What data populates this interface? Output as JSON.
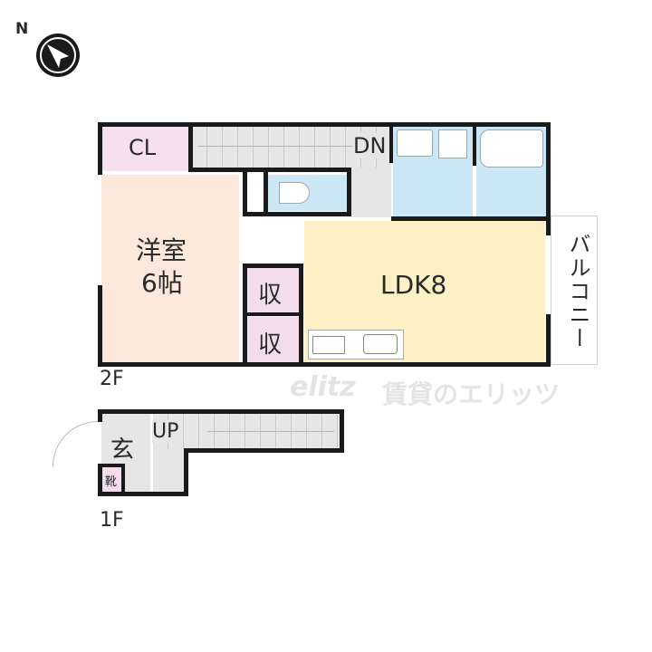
{
  "compass": {
    "label": "N",
    "icon": "north-arrow-icon"
  },
  "floors": {
    "second": {
      "label": "2F",
      "rooms": {
        "closet": {
          "label": "CL",
          "color": "#f6e0ef"
        },
        "stairs_down": {
          "label": "DN",
          "color": "#e6e6e6"
        },
        "western_room": {
          "label_line1": "洋室",
          "label_line2": "6帖",
          "color": "#fde9dc"
        },
        "storage_1": {
          "label": "収",
          "color": "#f3dcec"
        },
        "storage_2": {
          "label": "収",
          "color": "#f3dcec"
        },
        "ldk": {
          "label": "LDK8",
          "color": "#fdf0c4"
        },
        "toilet": {
          "color": "#cbe7f6"
        },
        "washroom": {
          "color": "#cbe7f6"
        },
        "bathroom": {
          "color": "#cbe7f6"
        },
        "balcony": {
          "label": "バルコニー"
        }
      }
    },
    "first": {
      "label": "1F",
      "rooms": {
        "entrance": {
          "label": "玄",
          "color": "#e6e6e6"
        },
        "stairs_up": {
          "label": "UP",
          "color": "#e6e6e6"
        },
        "shoe_box": {
          "label": "靴",
          "color": "#f3dcec"
        }
      }
    }
  },
  "watermark": {
    "text": "賃貸のエリッツ",
    "logo": "elitz"
  }
}
